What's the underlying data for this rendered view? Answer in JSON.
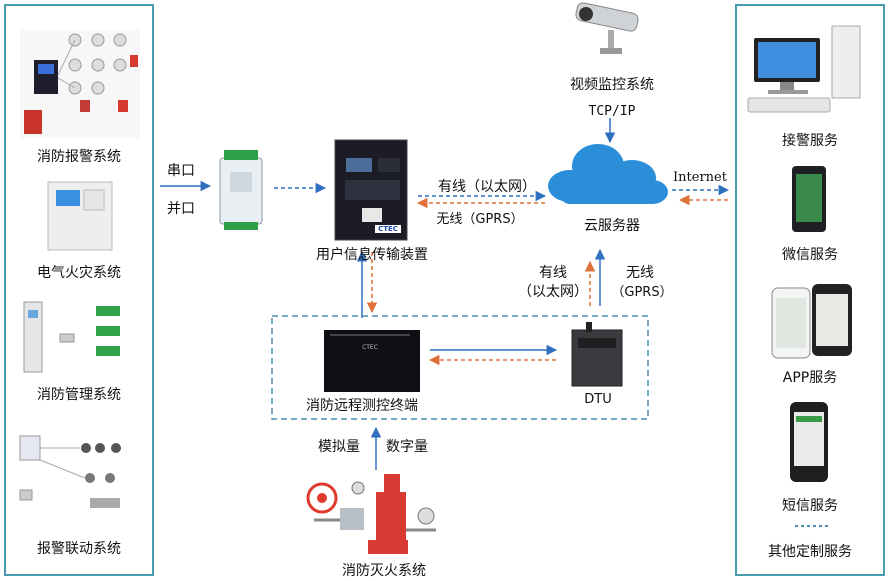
{
  "left_panel": {
    "items": [
      {
        "label": "消防报警系统"
      },
      {
        "label": "电气火灾系统"
      },
      {
        "label": "消防管理系统"
      },
      {
        "label": "报警联动系统"
      }
    ]
  },
  "ports": {
    "serial": "串口",
    "parallel": "并口"
  },
  "center": {
    "uitd": "用户信息传输装置",
    "camera": "视频监控系统",
    "tcpip": "TCP/IP",
    "cloud": "云服务器",
    "wired": "有线（以太网）",
    "wireless": "无线（GPRS）",
    "wired2_line1": "有线",
    "wired2_line2": "（以太网）",
    "wireless2_line1": "无线",
    "wireless2_line2": "（GPRS）",
    "terminal": "消防远程测控终端",
    "dtu": "DTU",
    "analog": "模拟量",
    "digital": "数字量",
    "extinguish": "消防灭火系统",
    "internet": "Internet",
    "device_brand": "CTEC"
  },
  "right_panel": {
    "items": [
      {
        "label": "接警服务"
      },
      {
        "label": "微信服务"
      },
      {
        "label": "APP服务"
      },
      {
        "label": "短信服务"
      },
      {
        "label": "其他定制服务"
      }
    ]
  },
  "colors": {
    "panel_border": "#4a9ab0",
    "arrow_blue": "#2f6fc0",
    "arrow_red": "#e0703a",
    "cloud": "#2a8fd8"
  }
}
